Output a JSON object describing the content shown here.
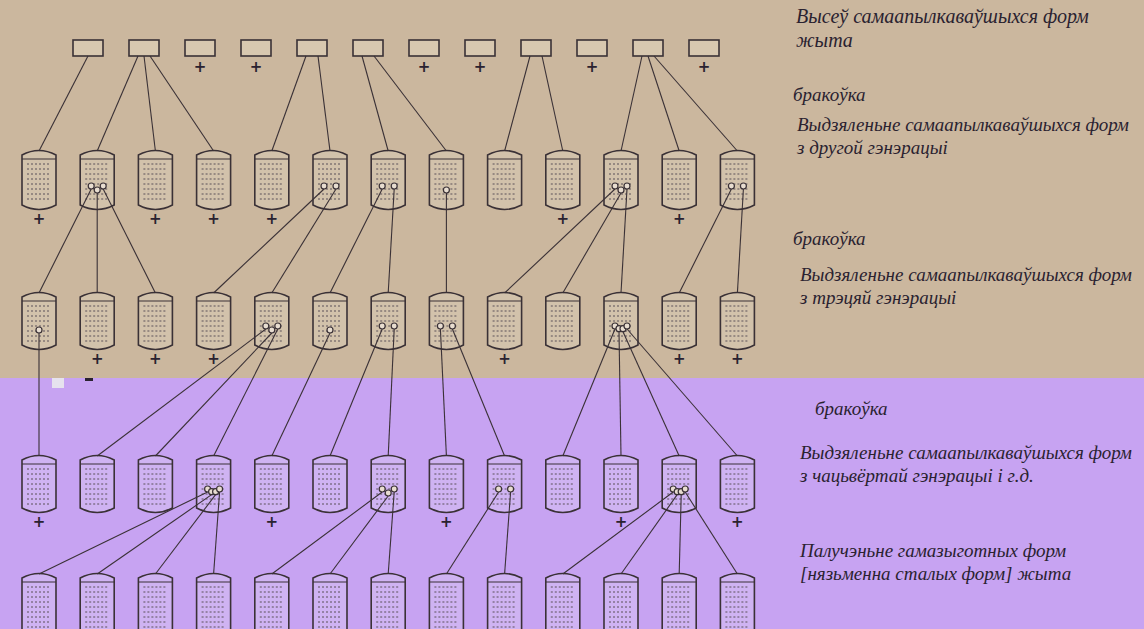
{
  "diagram": {
    "labels": [
      "Высеў самаапылкаваўшыхся форм жыта",
      "бракоўка",
      "Выдзяленьне самаапылкаваўшыхся форм з другой гэнэрацыі",
      "бракоўка",
      "Выдзяленьне самаапылкаваўшыхся форм з трэцяй гэнэрацыі",
      "бракоўка",
      "Выдзяленьне самаапылкаваўшыхся форм з чацьвёртай гэнэрацыі і г.д.",
      "Палучэньне гамазыготных форм [нязьменна сталых форм] жыта",
      "+",
      "+",
      "+",
      "+",
      "+",
      "+",
      "+",
      "+",
      "+",
      "+",
      "+",
      "+",
      "+",
      "+",
      "+",
      "+",
      "+",
      "+",
      "+",
      "+",
      "+",
      "+",
      "+"
    ]
  }
}
